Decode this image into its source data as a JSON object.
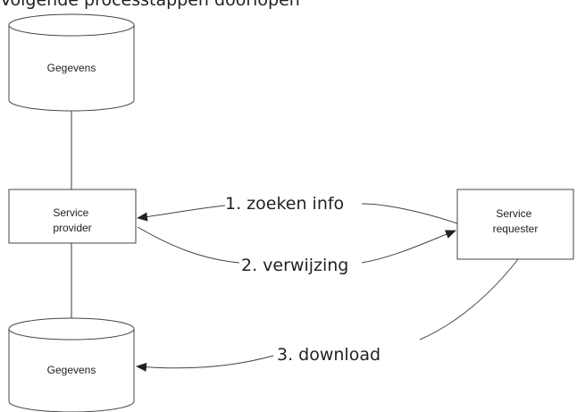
{
  "header": {
    "text": "Volgende processtappen doorlopen"
  },
  "nodes": {
    "top_database": "Gegevens",
    "service_provider": [
      "Service",
      "provider"
    ],
    "service_requester": [
      "Service",
      "requester"
    ],
    "bottom_database": "Gegevens"
  },
  "edges": {
    "step1": "1. zoeken info",
    "step2": "2. verwijzing",
    "step3": "3. download"
  }
}
